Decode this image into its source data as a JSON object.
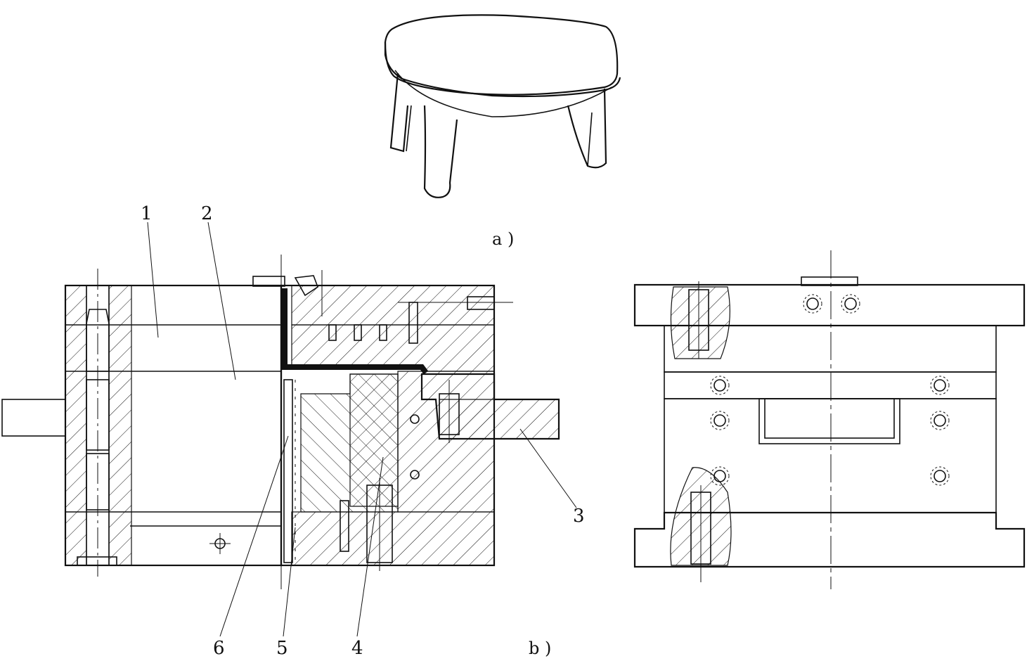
{
  "captions": {
    "a": "a )",
    "b": "b )"
  },
  "part_labels": [
    "1",
    "2",
    "3",
    "4",
    "5",
    "6"
  ],
  "colors": {
    "line": "#111111",
    "background": "#ffffff"
  }
}
